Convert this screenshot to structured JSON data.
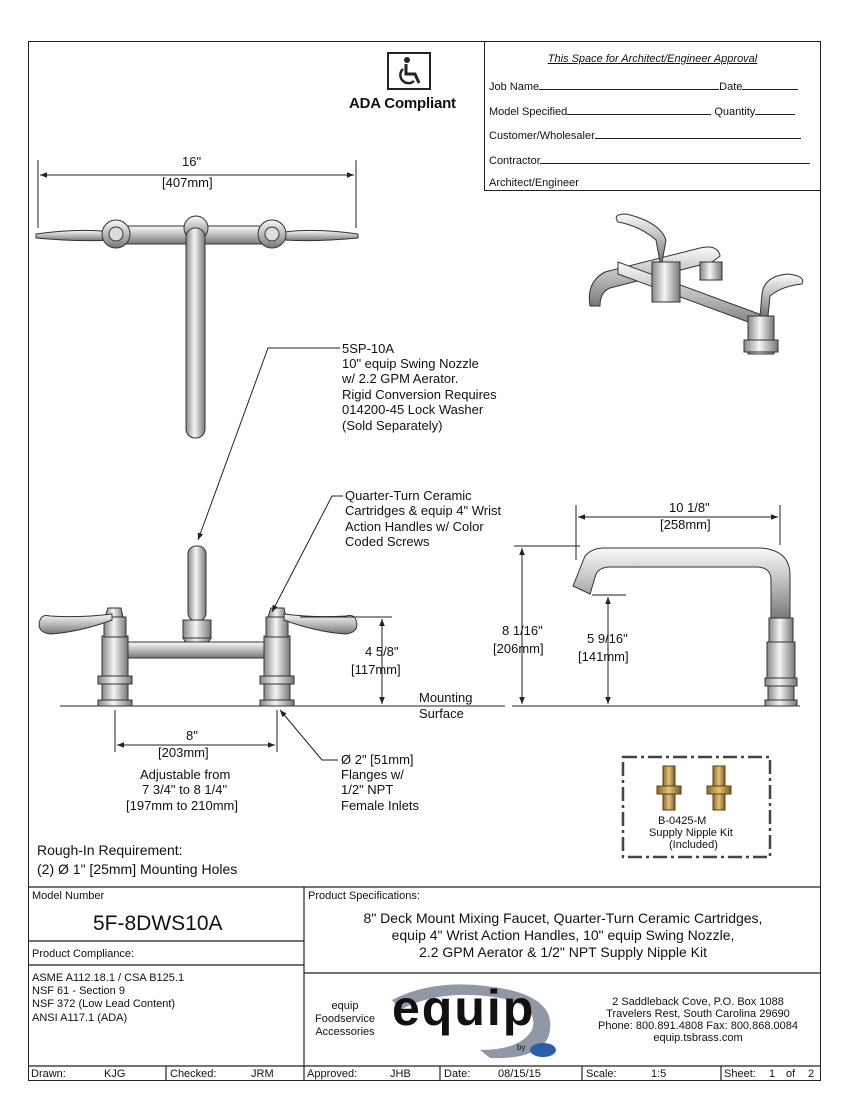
{
  "ada": {
    "label": "ADA Compliant",
    "icon": "wheelchair-icon"
  },
  "approval": {
    "header": "This Space for Architect/Engineer Approval",
    "job_name": "Job Name",
    "date": "Date",
    "model_specified": "Model Specified",
    "quantity": "Quantity",
    "customer": "Customer/Wholesaler",
    "contractor": "Contractor",
    "architect": "Architect/Engineer"
  },
  "dims": {
    "top_width_in": "16\"",
    "top_width_mm": "407mm",
    "height_4_5_8": "4 5/8\"",
    "height_117": "117mm",
    "spread_8": "8\"",
    "spread_203": "203mm",
    "side_10_1_8": "10 1/8\"",
    "side_258": "258mm",
    "side_8_1_16": "8 1/16\"",
    "side_206": "206mm",
    "side_5_9_16": "5 9/16\"",
    "side_141": "141mm"
  },
  "callouts": {
    "nozzle": [
      "5SP-10A",
      "10\" equip Swing Nozzle",
      "w/ 2.2 GPM Aerator.",
      "Rigid Conversion Requires",
      "014200-45 Lock Washer",
      "(Sold Separately)"
    ],
    "cartridges": [
      "Quarter-Turn Ceramic",
      "Cartridges & equip 4\" Wrist",
      "Action Handles w/ Color",
      "Coded Screws"
    ],
    "mounting": [
      "Mounting",
      "Surface"
    ],
    "adjustable": [
      "Adjustable from",
      "7 3/4\" to 8 1/4\"",
      "[197mm to 210mm]"
    ],
    "flanges": [
      "Ø 2\" [51mm]",
      "Flanges w/",
      "1/2\" NPT",
      "Female Inlets"
    ]
  },
  "nipple_kit": {
    "model": "B-0425-M",
    "name": "Supply Nipple Kit",
    "note": "(Included)"
  },
  "rough_in": {
    "title": "Rough-In Requirement:",
    "detail": "(2) Ø  1\" [25mm] Mounting Holes"
  },
  "model": {
    "label": "Model Number",
    "number": "5F-8DWS10A"
  },
  "compliance": {
    "label": "Product Compliance:",
    "items": [
      "ASME A112.18.1 / CSA B125.1",
      "NSF 61 - Section 9",
      "NSF 372 (Low Lead Content)",
      "ANSI A117.1 (ADA)"
    ]
  },
  "specs": {
    "label": "Product Specifications:",
    "lines": [
      "8\" Deck Mount Mixing Faucet, Quarter-Turn Ceramic Cartridges,",
      "equip 4\" Wrist Action Handles, 10\" equip Swing Nozzle,",
      "2.2 GPM Aerator & 1/2\" NPT Supply Nipple Kit"
    ]
  },
  "brand": {
    "tagline": [
      "equip",
      "Foodservice",
      "Accessories"
    ],
    "logo_text": "equip",
    "by": "by",
    "address": [
      "2 Saddleback Cove, P.O. Box 1088",
      "Travelers Rest, South Carolina 29690",
      "Phone: 800.891.4808  Fax: 800.868.0084",
      "equip.tsbrass.com"
    ]
  },
  "footer": {
    "drawn_label": "Drawn:",
    "drawn": "KJG",
    "checked_label": "Checked:",
    "checked": "JRM",
    "approved_label": "Approved:",
    "approved": "JHB",
    "date_label": "Date:",
    "date": "08/15/15",
    "scale_label": "Scale:",
    "scale": "1:5",
    "sheet_label": "Sheet:",
    "sheet": "1",
    "of_label": "of",
    "sheets": "2"
  }
}
